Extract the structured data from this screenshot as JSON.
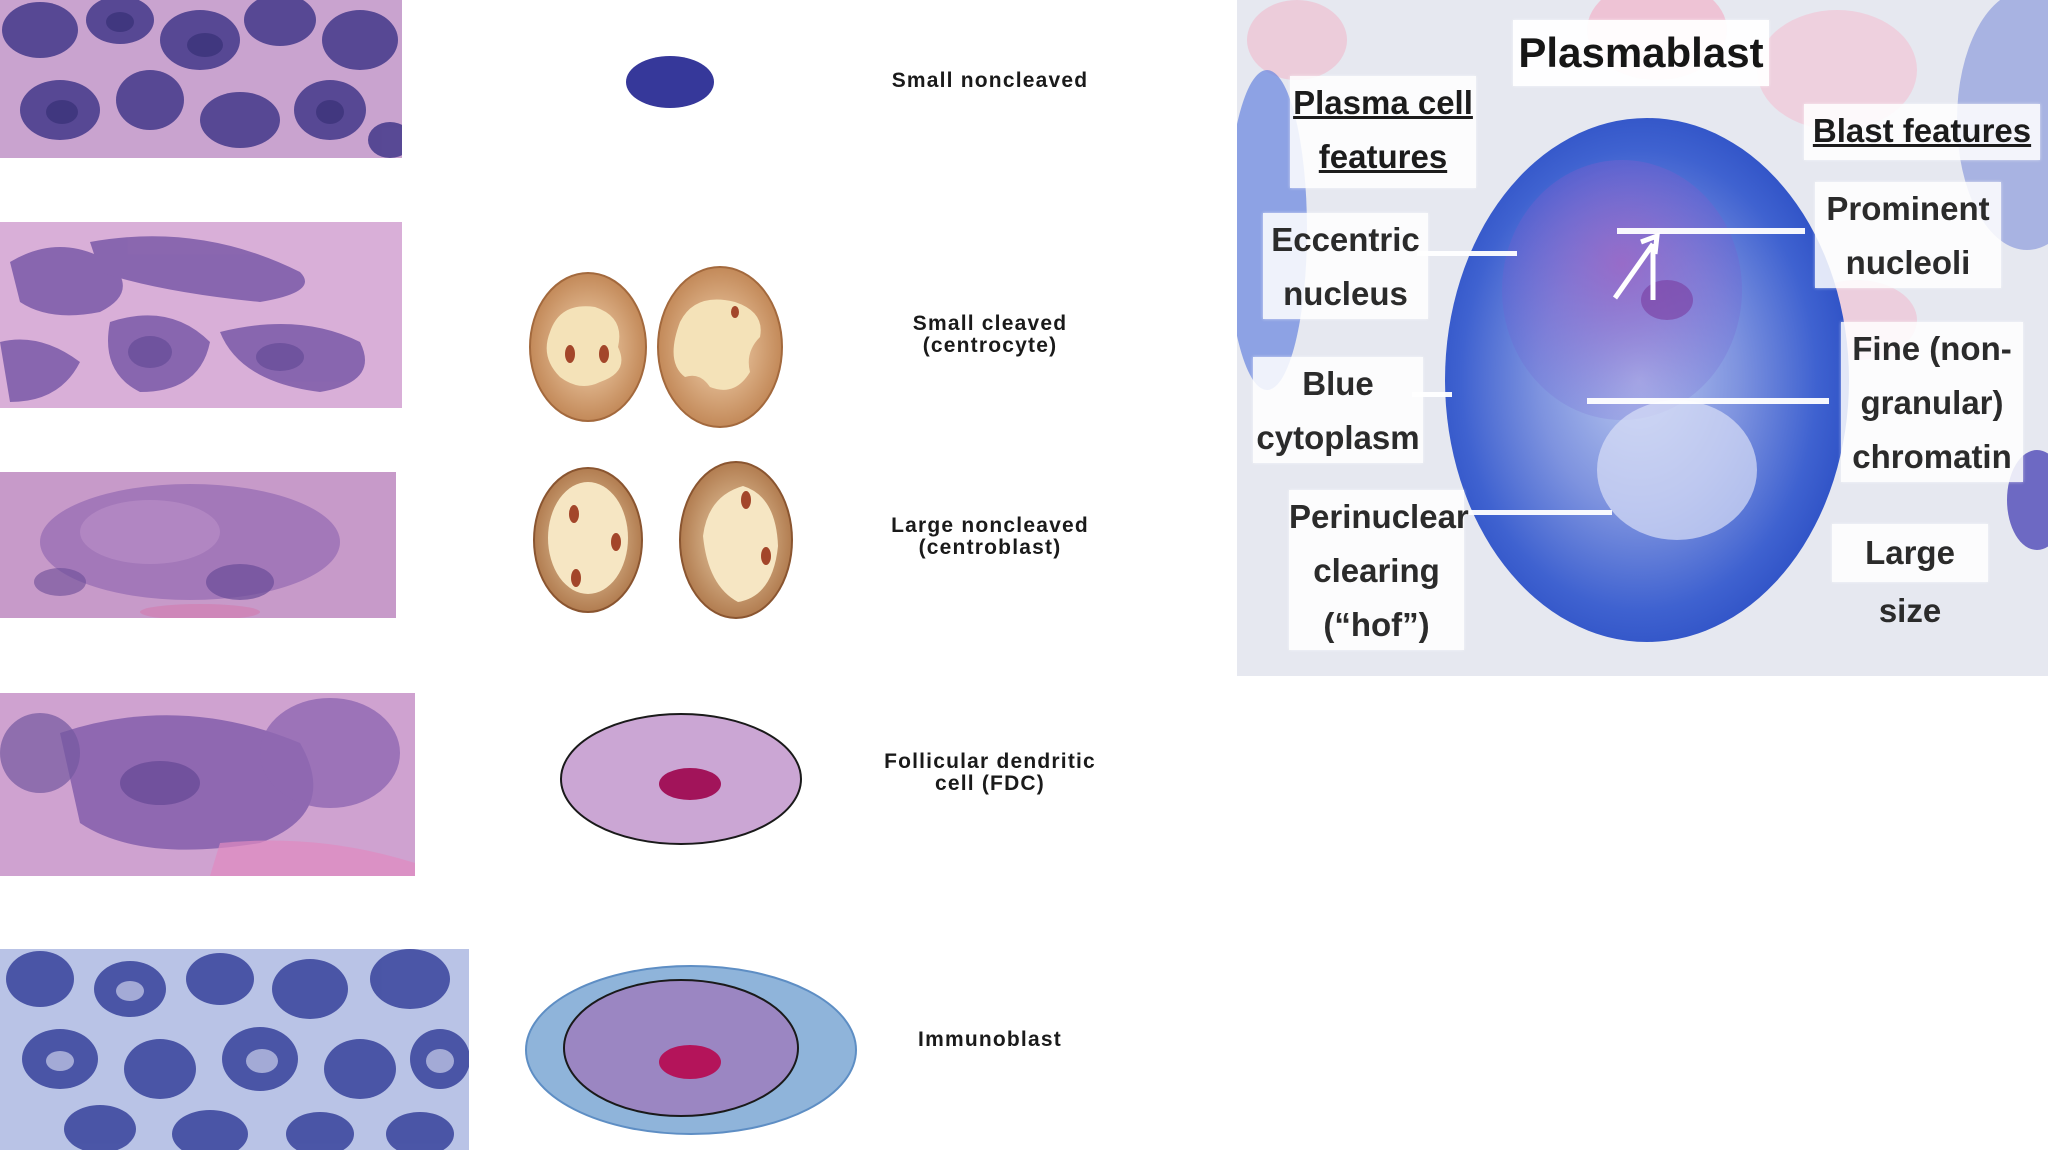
{
  "rows": [
    {
      "label": "Small noncleaved",
      "icon": "small-noncleaved-cell-icon"
    },
    {
      "label": "Small cleaved\n(centrocyte)",
      "icon": "centrocyte-cells-icon"
    },
    {
      "label": "Large noncleaved\n(centroblast)",
      "icon": "centroblast-cells-icon"
    },
    {
      "label": "Follicular dendritic\ncell (FDC)",
      "icon": "fdc-cell-icon"
    },
    {
      "label": "Immunoblast",
      "icon": "immunoblast-cell-icon"
    }
  ],
  "plasmablast": {
    "title": "Plasmablast",
    "plasma_header": "Plasma cell\nfeatures",
    "blast_header": "Blast features",
    "labels": {
      "eccentric": "Eccentric\nnucleus",
      "blue": "Blue\ncytoplasm",
      "perinuclear": "Perinuclear\nclearing\n(“hof”)",
      "nucleoli": "Prominent\nnucleoli",
      "chromatin": "Fine (non-\ngranular)\nchromatin",
      "large": "Large size"
    }
  },
  "colors": {
    "he_pink": "#d9a6cf",
    "he_purple": "#7a5aa8",
    "small_noncleaved": "#36389a",
    "centro_outer": "#c8915f",
    "centro_inner": "#f2dcb0",
    "fdc_fill": "#cba6d4",
    "fdc_nucleolus": "#a2145a",
    "immuno_outer": "#8fb4da",
    "immuno_inner": "#9b86c2",
    "giemsa_blue": "#5a78d6"
  }
}
